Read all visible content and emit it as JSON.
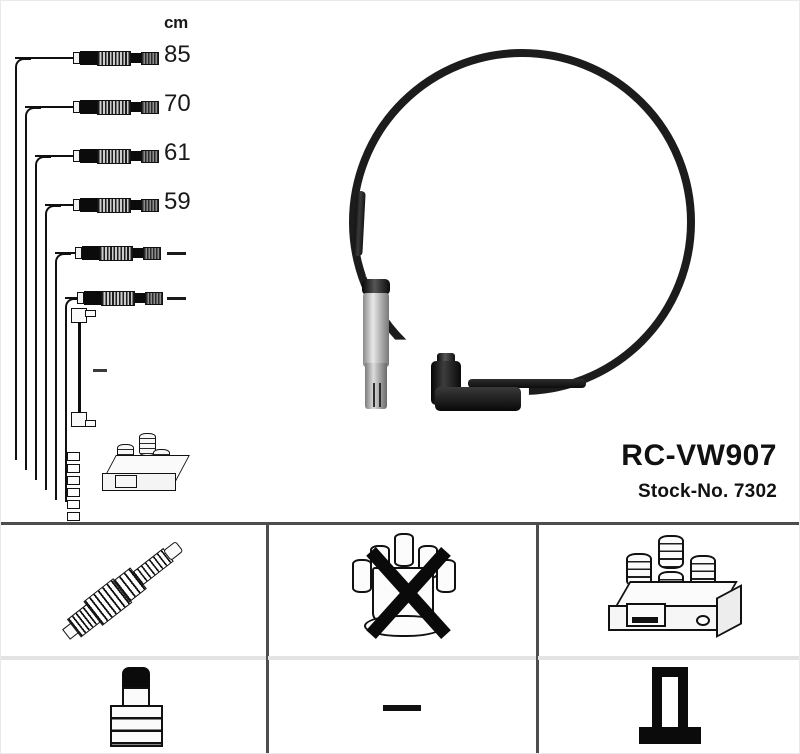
{
  "product": {
    "name": "RC-VW907",
    "stock_label": "Stock-No. 7302"
  },
  "schematic": {
    "unit_header": "cm",
    "leads": [
      {
        "label": "85",
        "is_dash": false
      },
      {
        "label": "70",
        "is_dash": false
      },
      {
        "label": "61",
        "is_dash": false
      },
      {
        "label": "59",
        "is_dash": false
      },
      {
        "label": "—",
        "is_dash": true
      },
      {
        "label": "—",
        "is_dash": true
      }
    ],
    "extra_lead_label": "—",
    "coil_icon": "ignition-coil-pack"
  },
  "photo": {
    "cable_icon": "ignition-cable",
    "straight_connector_icon": "straight-spark-plug-connector",
    "angle_connector_icon": "right-angle-coil-connector"
  },
  "panels": [
    {
      "id": "spark-plug-panel",
      "top_icon": "spark-plug",
      "top_icon_crossed": false,
      "bottom_icon": "stepped-connector-boot",
      "bottom_is_dash": false,
      "bottom_dash": ""
    },
    {
      "id": "distributor-cap-panel",
      "top_icon": "distributor-cap",
      "top_icon_crossed": true,
      "bottom_icon": "dash",
      "bottom_is_dash": true,
      "bottom_dash": "—"
    },
    {
      "id": "ignition-coil-panel",
      "top_icon": "ignition-coil-pack",
      "top_icon_crossed": false,
      "bottom_icon": "straight-connector-boot",
      "bottom_is_dash": false,
      "bottom_dash": ""
    }
  ],
  "colors": {
    "ink": "#111111",
    "divider": "#4d4d4d",
    "faint_divider": "#e3e3e3",
    "background": "#ffffff",
    "metal": "#c8c8c8",
    "rubber": "#0b0b0b"
  }
}
